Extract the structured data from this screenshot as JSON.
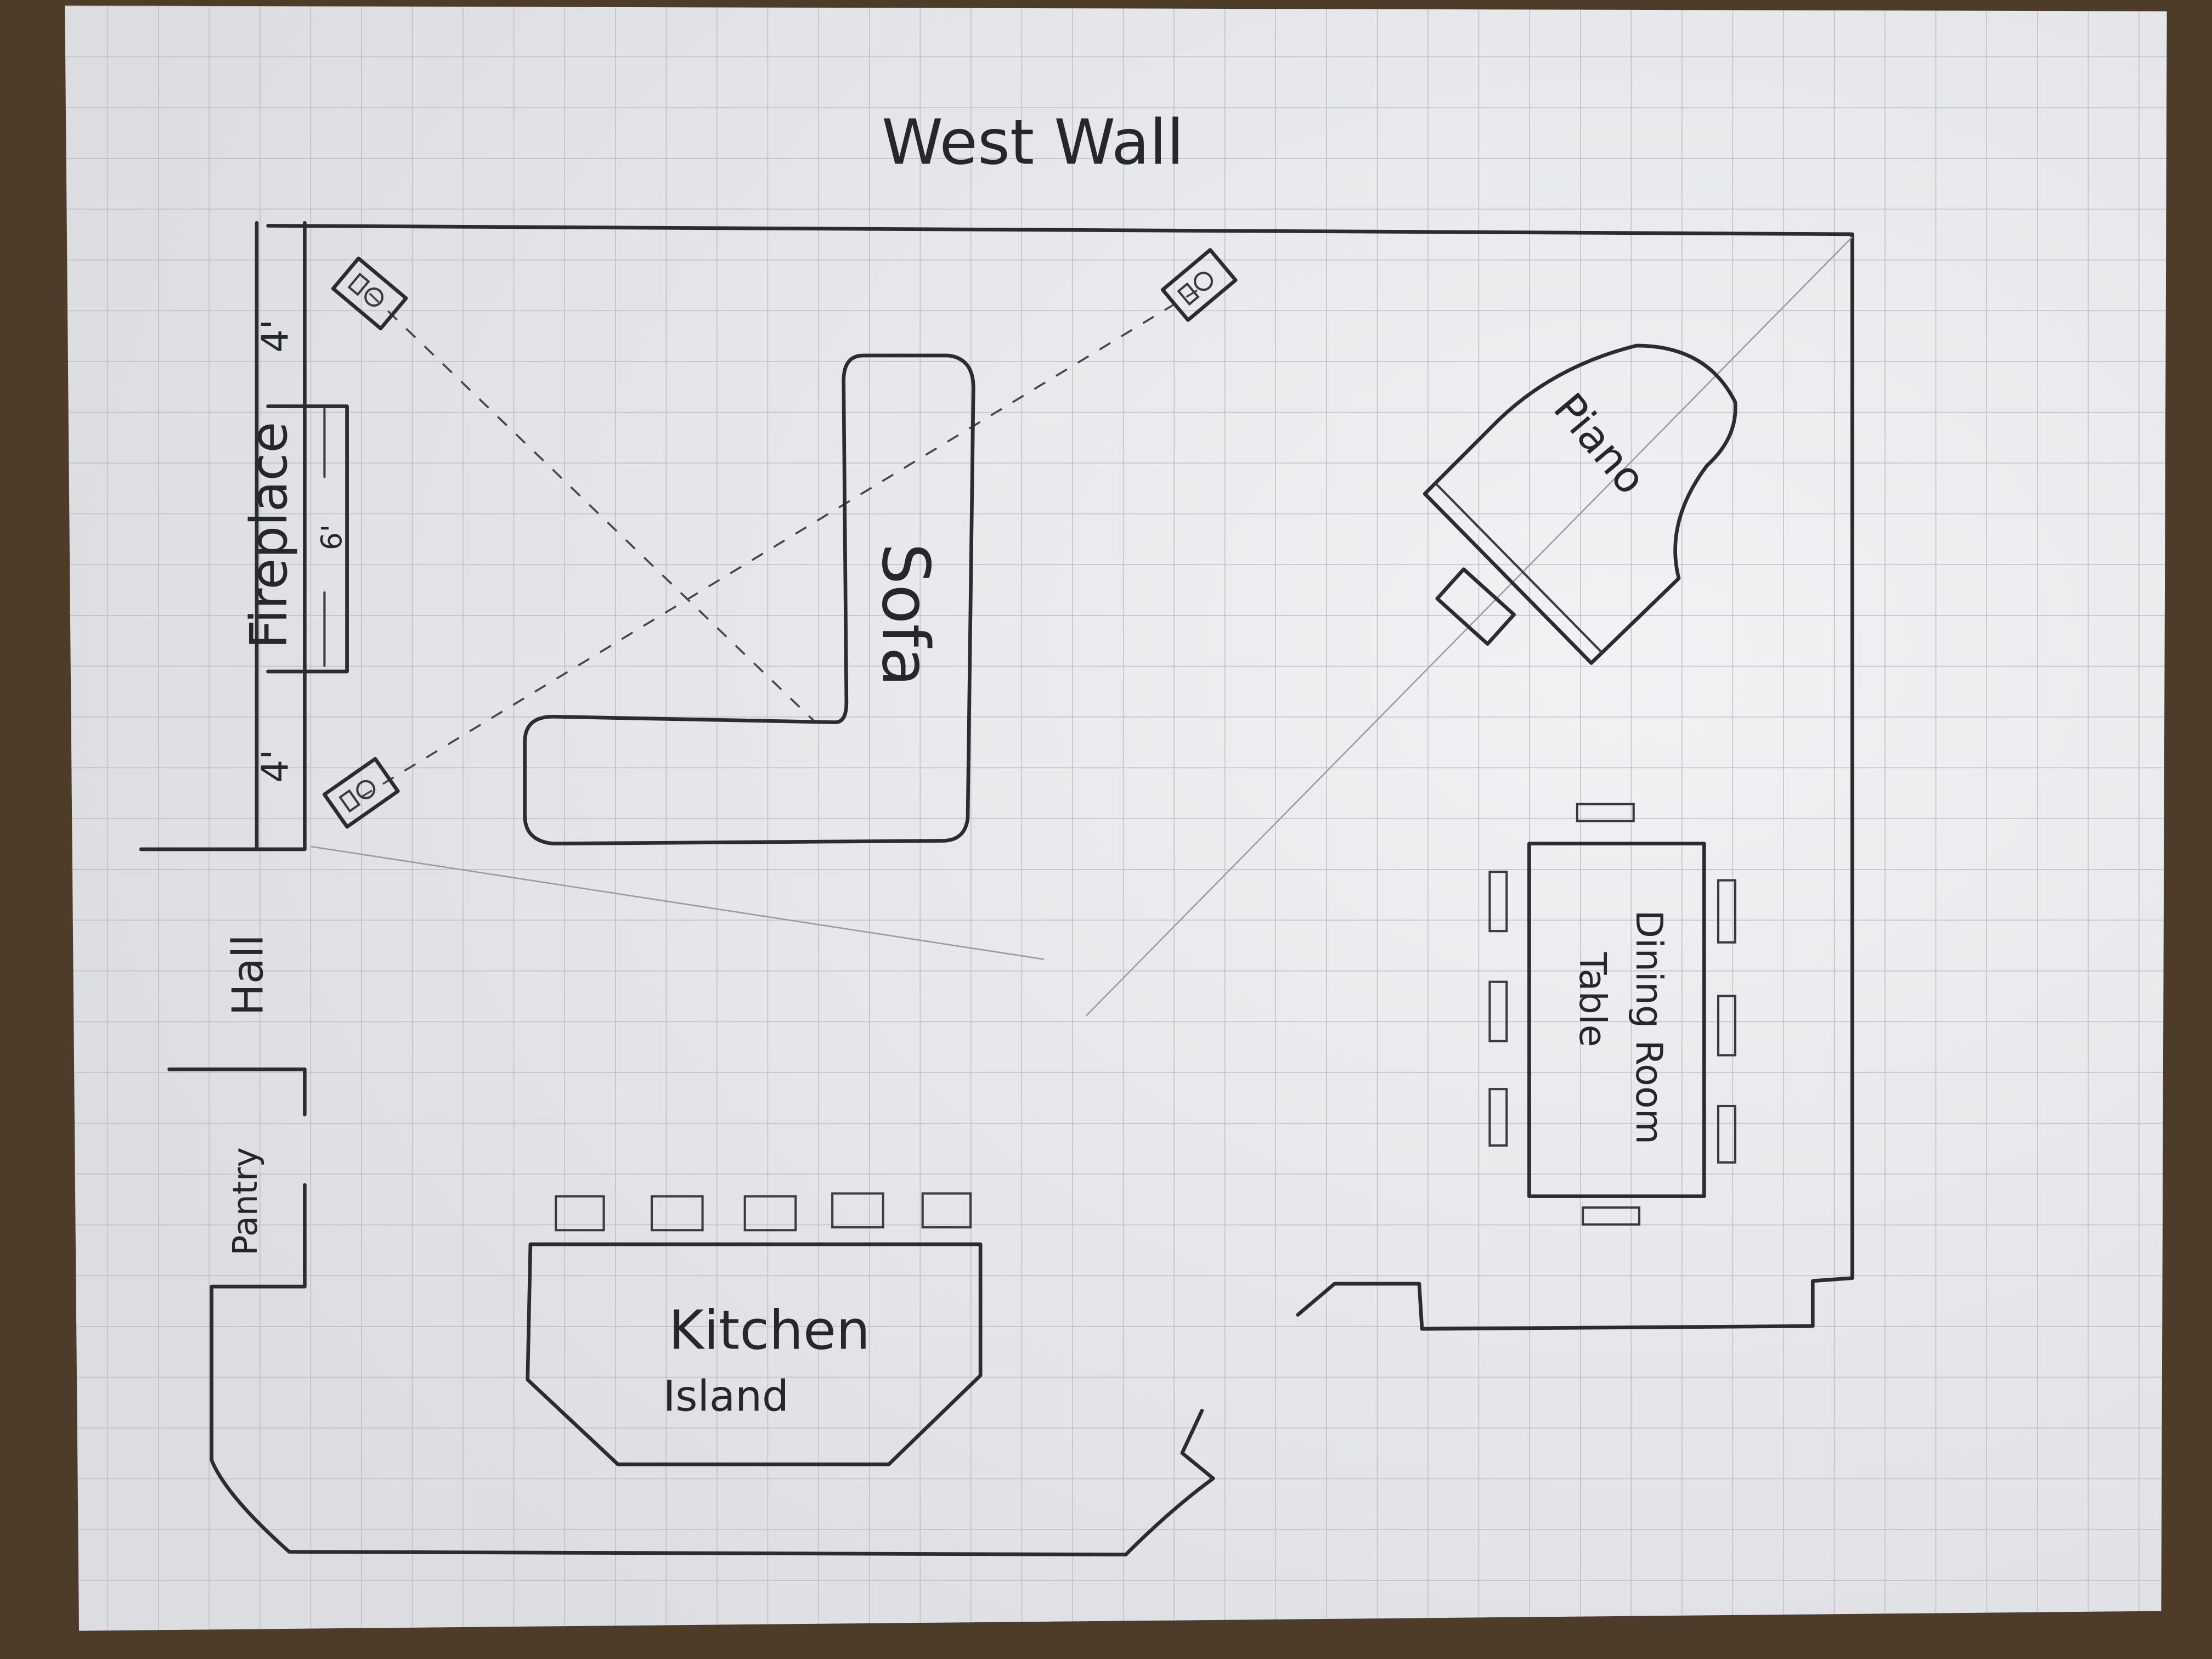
{
  "title": "West Wall",
  "labels": {
    "fireplace": "Fireplace",
    "fireplace_side_top": "4'",
    "fireplace_side_bottom": "4'",
    "fireplace_width": "6'",
    "sofa": "Sofa",
    "piano": "Piano",
    "dining_line1": "Dining Room",
    "dining_line2": "Table",
    "hall": "Hall",
    "pantry": "Pantry",
    "kitchen_line1": "Kitchen",
    "kitchen_line2": "Island"
  },
  "colors": {
    "paper": "#e6e7ea",
    "ink": "#2b2b30",
    "grid": "#b9bac0",
    "table_surface": "#4e3c2b"
  }
}
